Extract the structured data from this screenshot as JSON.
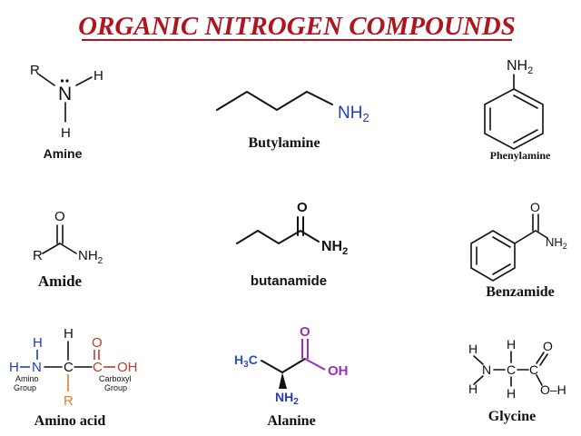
{
  "title": "ORGANIC NITROGEN COMPOUNDS",
  "colors": {
    "title": "#b0151e",
    "amine_group": "#1f3fb8",
    "carboxyl_group": "#c0392b",
    "side_chain": "#e07a2e",
    "alanine_methyl": "#2a4fd6",
    "alanine_carboxyl": "#9b2fbf",
    "alanine_amino": "#2a3aa8"
  },
  "compounds": {
    "amine": {
      "label": "Amine",
      "atoms": {
        "r": "R",
        "n": "N",
        "h_right": "H",
        "h_bottom": "H"
      }
    },
    "butylamine": {
      "label": "Butylamine",
      "group": "NH",
      "group_sub": "2"
    },
    "phenylamine": {
      "label": "Phenylamine",
      "group": "NH",
      "group_sub": "2"
    },
    "amide": {
      "label": "Amide",
      "atoms": {
        "o": "O",
        "r": "R",
        "nh": "NH",
        "nh_sub": "2"
      }
    },
    "butanamide": {
      "label": "butanamide",
      "atoms": {
        "o": "O",
        "nh": "NH",
        "nh_sub": "2"
      }
    },
    "benzamide": {
      "label": "Benzamide",
      "atoms": {
        "o": "O",
        "nh": "NH",
        "nh_sub": "2"
      }
    },
    "amino_acid": {
      "label": "Amino acid",
      "atoms": {
        "h_amino": "H",
        "h_left": "H",
        "n": "N",
        "c_alpha": "C",
        "h_top": "H",
        "c_carboxyl": "C",
        "o_top": "O",
        "oh": "OH",
        "r": "R"
      },
      "amino_group_label_1": "Amino",
      "amino_group_label_2": "Group",
      "carboxyl_group_label_1": "Carboxyl",
      "carboxyl_group_label_2": "Group"
    },
    "alanine": {
      "label": "Alanine",
      "atoms": {
        "ch3": "H",
        "ch3_sub": "3",
        "ch3_c": "C",
        "o": "O",
        "oh": "OH",
        "nh": "NH",
        "nh_sub": "2"
      }
    },
    "glycine": {
      "label": "Glycine",
      "atoms": {
        "h_left": "H",
        "n": "N",
        "h_n_bottom": "H",
        "c": "C",
        "h_top": "H",
        "h_bottom": "H",
        "c2": "C",
        "o": "O",
        "oh": "O–H"
      }
    }
  }
}
